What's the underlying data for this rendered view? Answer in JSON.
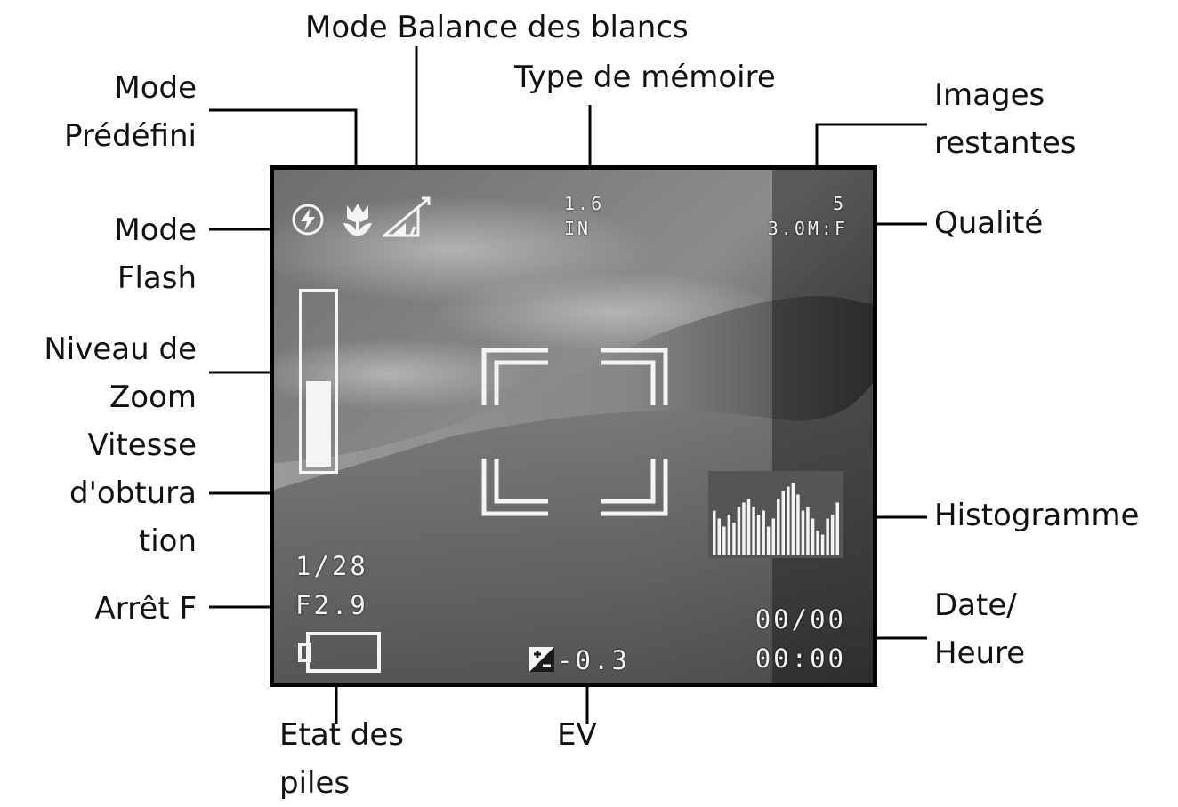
{
  "labels": {
    "wb_mode": "Mode Balance des blancs",
    "memory_type": "Type de mémoire",
    "preset_mode": [
      "Mode",
      "Prédéfini"
    ],
    "images_left": [
      "Images",
      "restantes"
    ],
    "flash_mode": [
      "Mode",
      "Flash"
    ],
    "quality": "Qualité",
    "zoom_level": [
      "Niveau de",
      "Zoom"
    ],
    "shutter_speed": [
      "Vitesse",
      "d'obtura",
      "tion"
    ],
    "histogram": "Histogramme",
    "f_stop": "Arrêt F",
    "date_time": [
      "Date/",
      "Heure"
    ],
    "battery": [
      "Etat des",
      "piles"
    ],
    "ev": "EV"
  },
  "screen": {
    "zoom_ratio": "1.6",
    "memory": "IN",
    "images_remaining": "5",
    "quality": "3.0M:F",
    "shutter": "1/28",
    "aperture": "F2.9",
    "ev_value": "-0.3",
    "date": "00/00",
    "time": "00:00",
    "zoom_fill_fraction": 0.5,
    "histogram_bars": [
      0.55,
      0.45,
      0.35,
      0.5,
      0.4,
      0.6,
      0.65,
      0.7,
      0.6,
      0.5,
      0.55,
      0.35,
      0.45,
      0.7,
      0.8,
      0.85,
      0.9,
      0.75,
      0.55,
      0.6,
      0.45,
      0.3,
      0.25,
      0.45,
      0.5,
      0.65
    ]
  },
  "icons": [
    "flash-auto-icon",
    "macro-flower-icon",
    "white-balance-icon",
    "battery-icon",
    "ev-icon",
    "focus-frame-icon"
  ],
  "colors": {
    "osd_text": "#f4f4f4",
    "frame": "#000000",
    "leader": "#000000"
  }
}
